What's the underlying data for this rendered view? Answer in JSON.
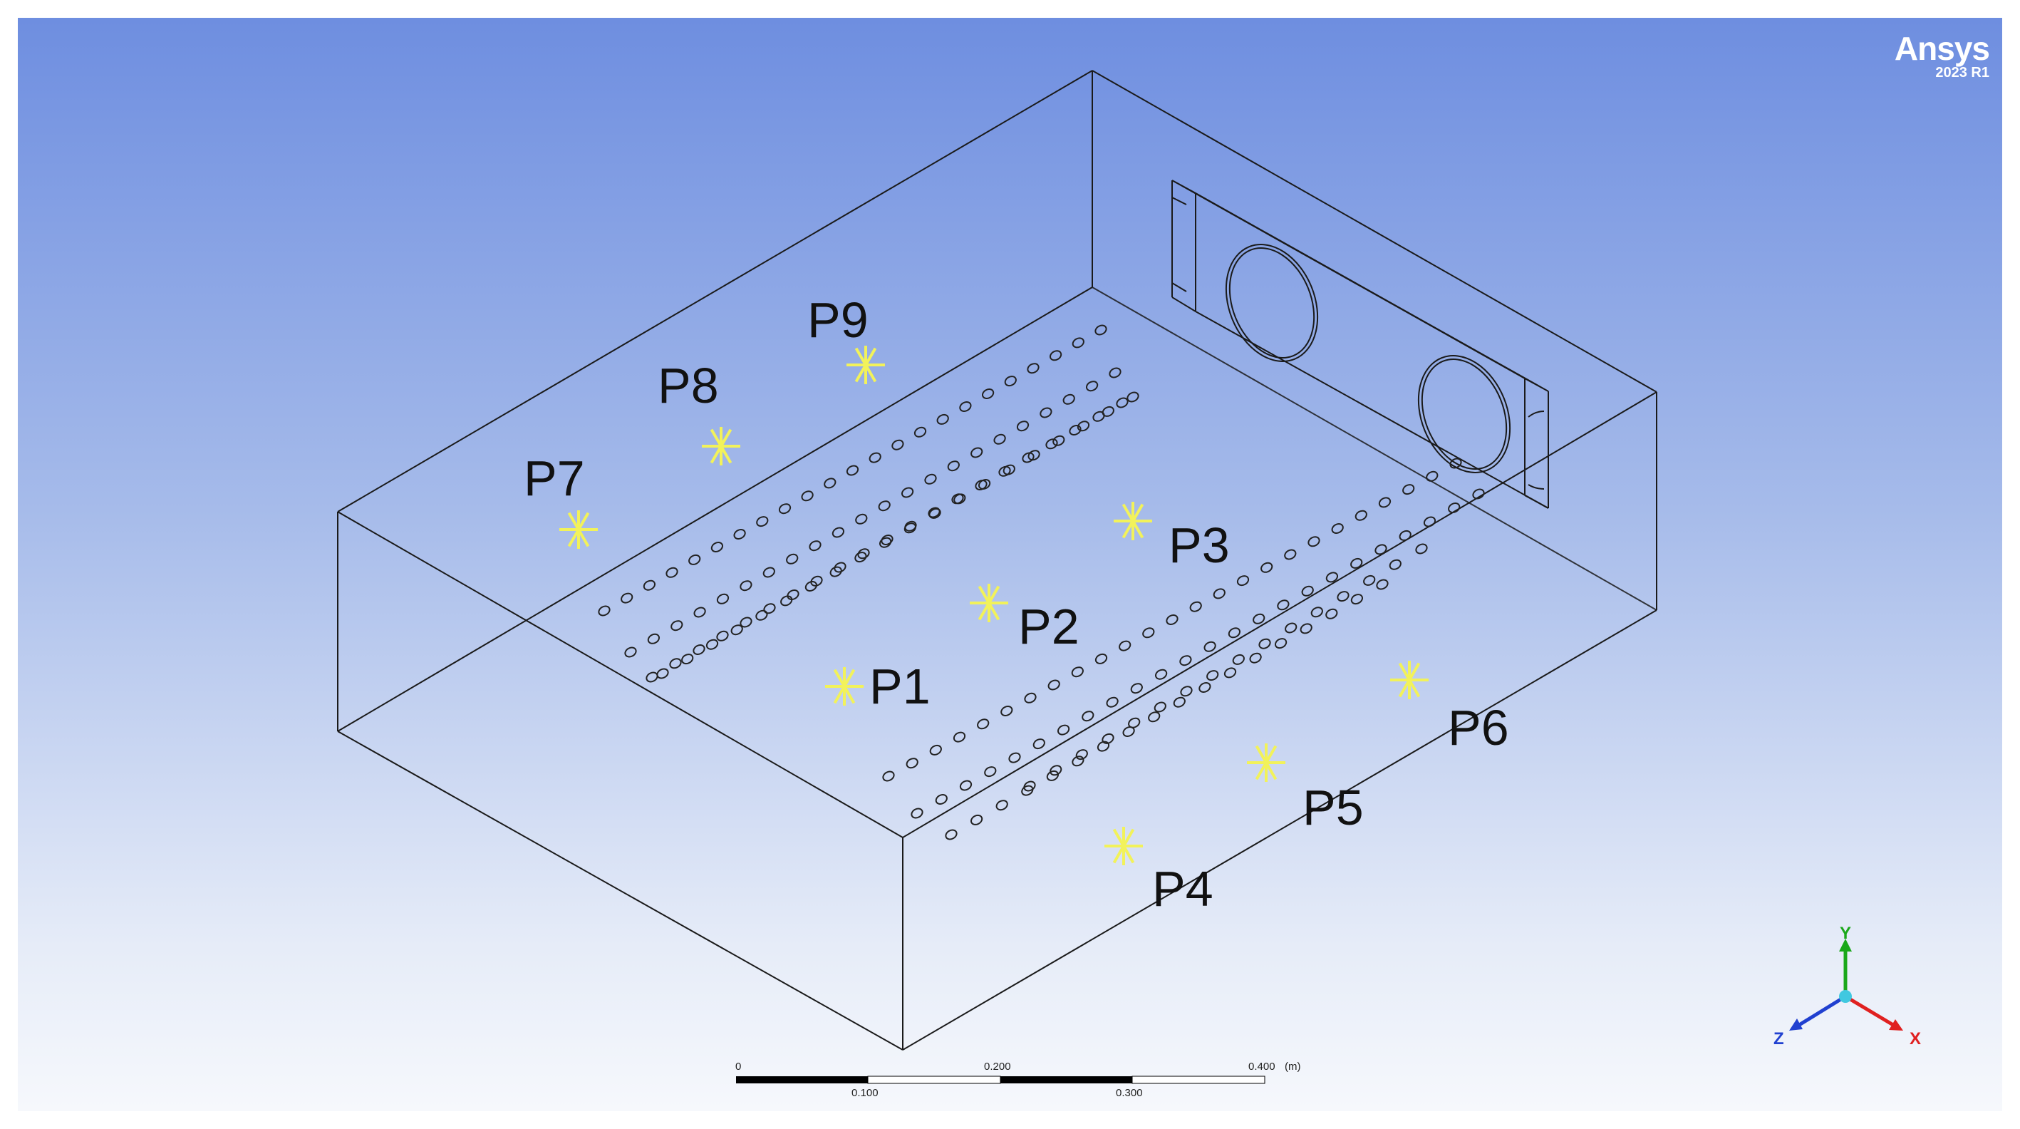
{
  "brand": {
    "name": "Ansys",
    "version": "2023 R1"
  },
  "probes": [
    {
      "label": "P1"
    },
    {
      "label": "P2"
    },
    {
      "label": "P3"
    },
    {
      "label": "P4"
    },
    {
      "label": "P5"
    },
    {
      "label": "P6"
    },
    {
      "label": "P7"
    },
    {
      "label": "P8"
    },
    {
      "label": "P9"
    }
  ],
  "scale_bar": {
    "top_labels": [
      "0",
      "0.200",
      "0.400"
    ],
    "unit": "(m)",
    "bottom_labels": [
      "0.100",
      "0.300"
    ]
  },
  "triad": {
    "y": "Y",
    "z": "Z",
    "x": "X"
  },
  "colors": {
    "probe_marker": "#f2f25a",
    "axis_x": "#e02020",
    "axis_y": "#1aa81a",
    "axis_z": "#2040d0",
    "brand": "#ffffff"
  }
}
